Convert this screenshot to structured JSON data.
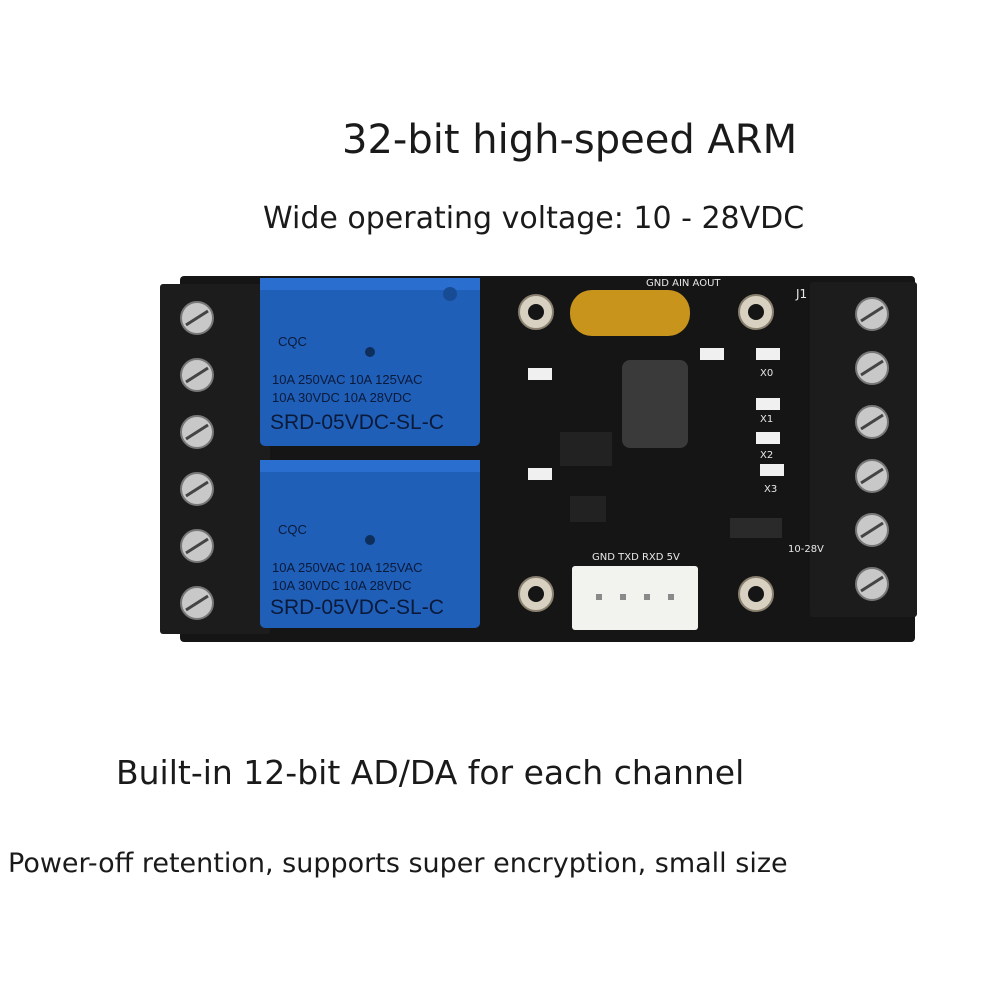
{
  "captions": {
    "arm": "32-bit high-speed ARM",
    "voltage": "Wide operating voltage: 10 - 28VDC",
    "adda": "Built-in 12-bit AD/DA for each channel",
    "power": "Power-off retention, supports super encryption, small size"
  },
  "relays": [
    {
      "mark": "CQC",
      "rating_line1": "10A 250VAC  10A 125VAC",
      "rating_line2": "10A  30VDC  10A  28VDC",
      "model": "SRD-05VDC-SL-C"
    },
    {
      "mark": "CQC",
      "rating_line1": "10A 250VAC  10A 125VAC",
      "rating_line2": "10A  30VDC  10A  28VDC",
      "model": "SRD-05VDC-SL-C"
    }
  ],
  "silkscreen": {
    "header_top": "GND AIN AOUT",
    "connector_id": "J1",
    "uart_pins": "GND TXD RXD 5V",
    "inputs": [
      "X0",
      "X1",
      "X2",
      "X3"
    ],
    "power_label": "10-28V"
  },
  "colors": {
    "relay_blue": "#1f5fb8",
    "pcb_black": "#151515",
    "terminal_black": "#1c1c1c"
  }
}
